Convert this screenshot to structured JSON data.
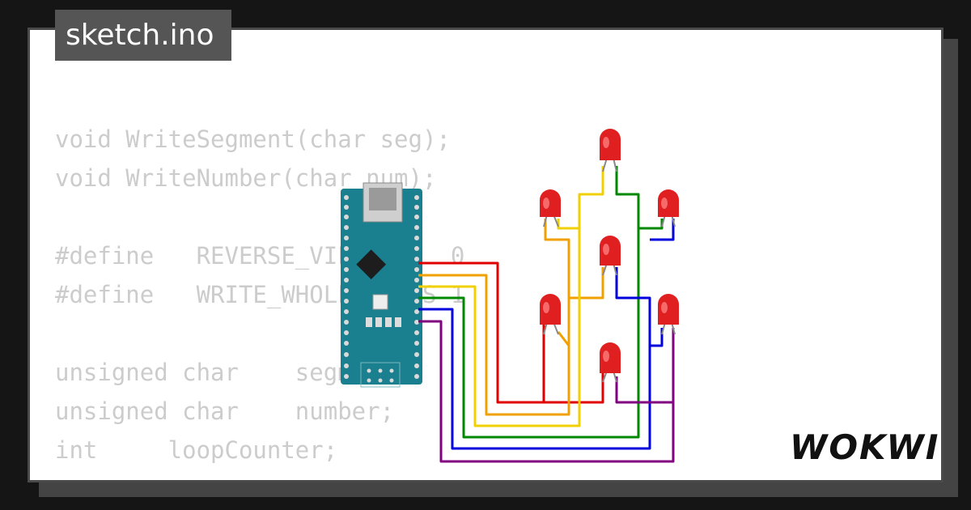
{
  "tab": {
    "title": "sketch.ino"
  },
  "code_lines": [
    "void WriteSegment(char seg);",
    "void WriteNumber(char num);",
    "",
    "#define   REVERSE_VIEW      0",
    "#define   WRITE_WHOLE_BYTES 1",
    "",
    "unsigned char    segment;",
    "unsigned char    number;",
    "int     loopCounter;"
  ],
  "brand": {
    "logo_text": "WOKWI"
  },
  "wire_colors": [
    "#e00000",
    "#f0a000",
    "#f0d000",
    "#008800",
    "#0000dd",
    "#800080"
  ],
  "board_color": "#1a7f8e",
  "led_color": "#e02020"
}
